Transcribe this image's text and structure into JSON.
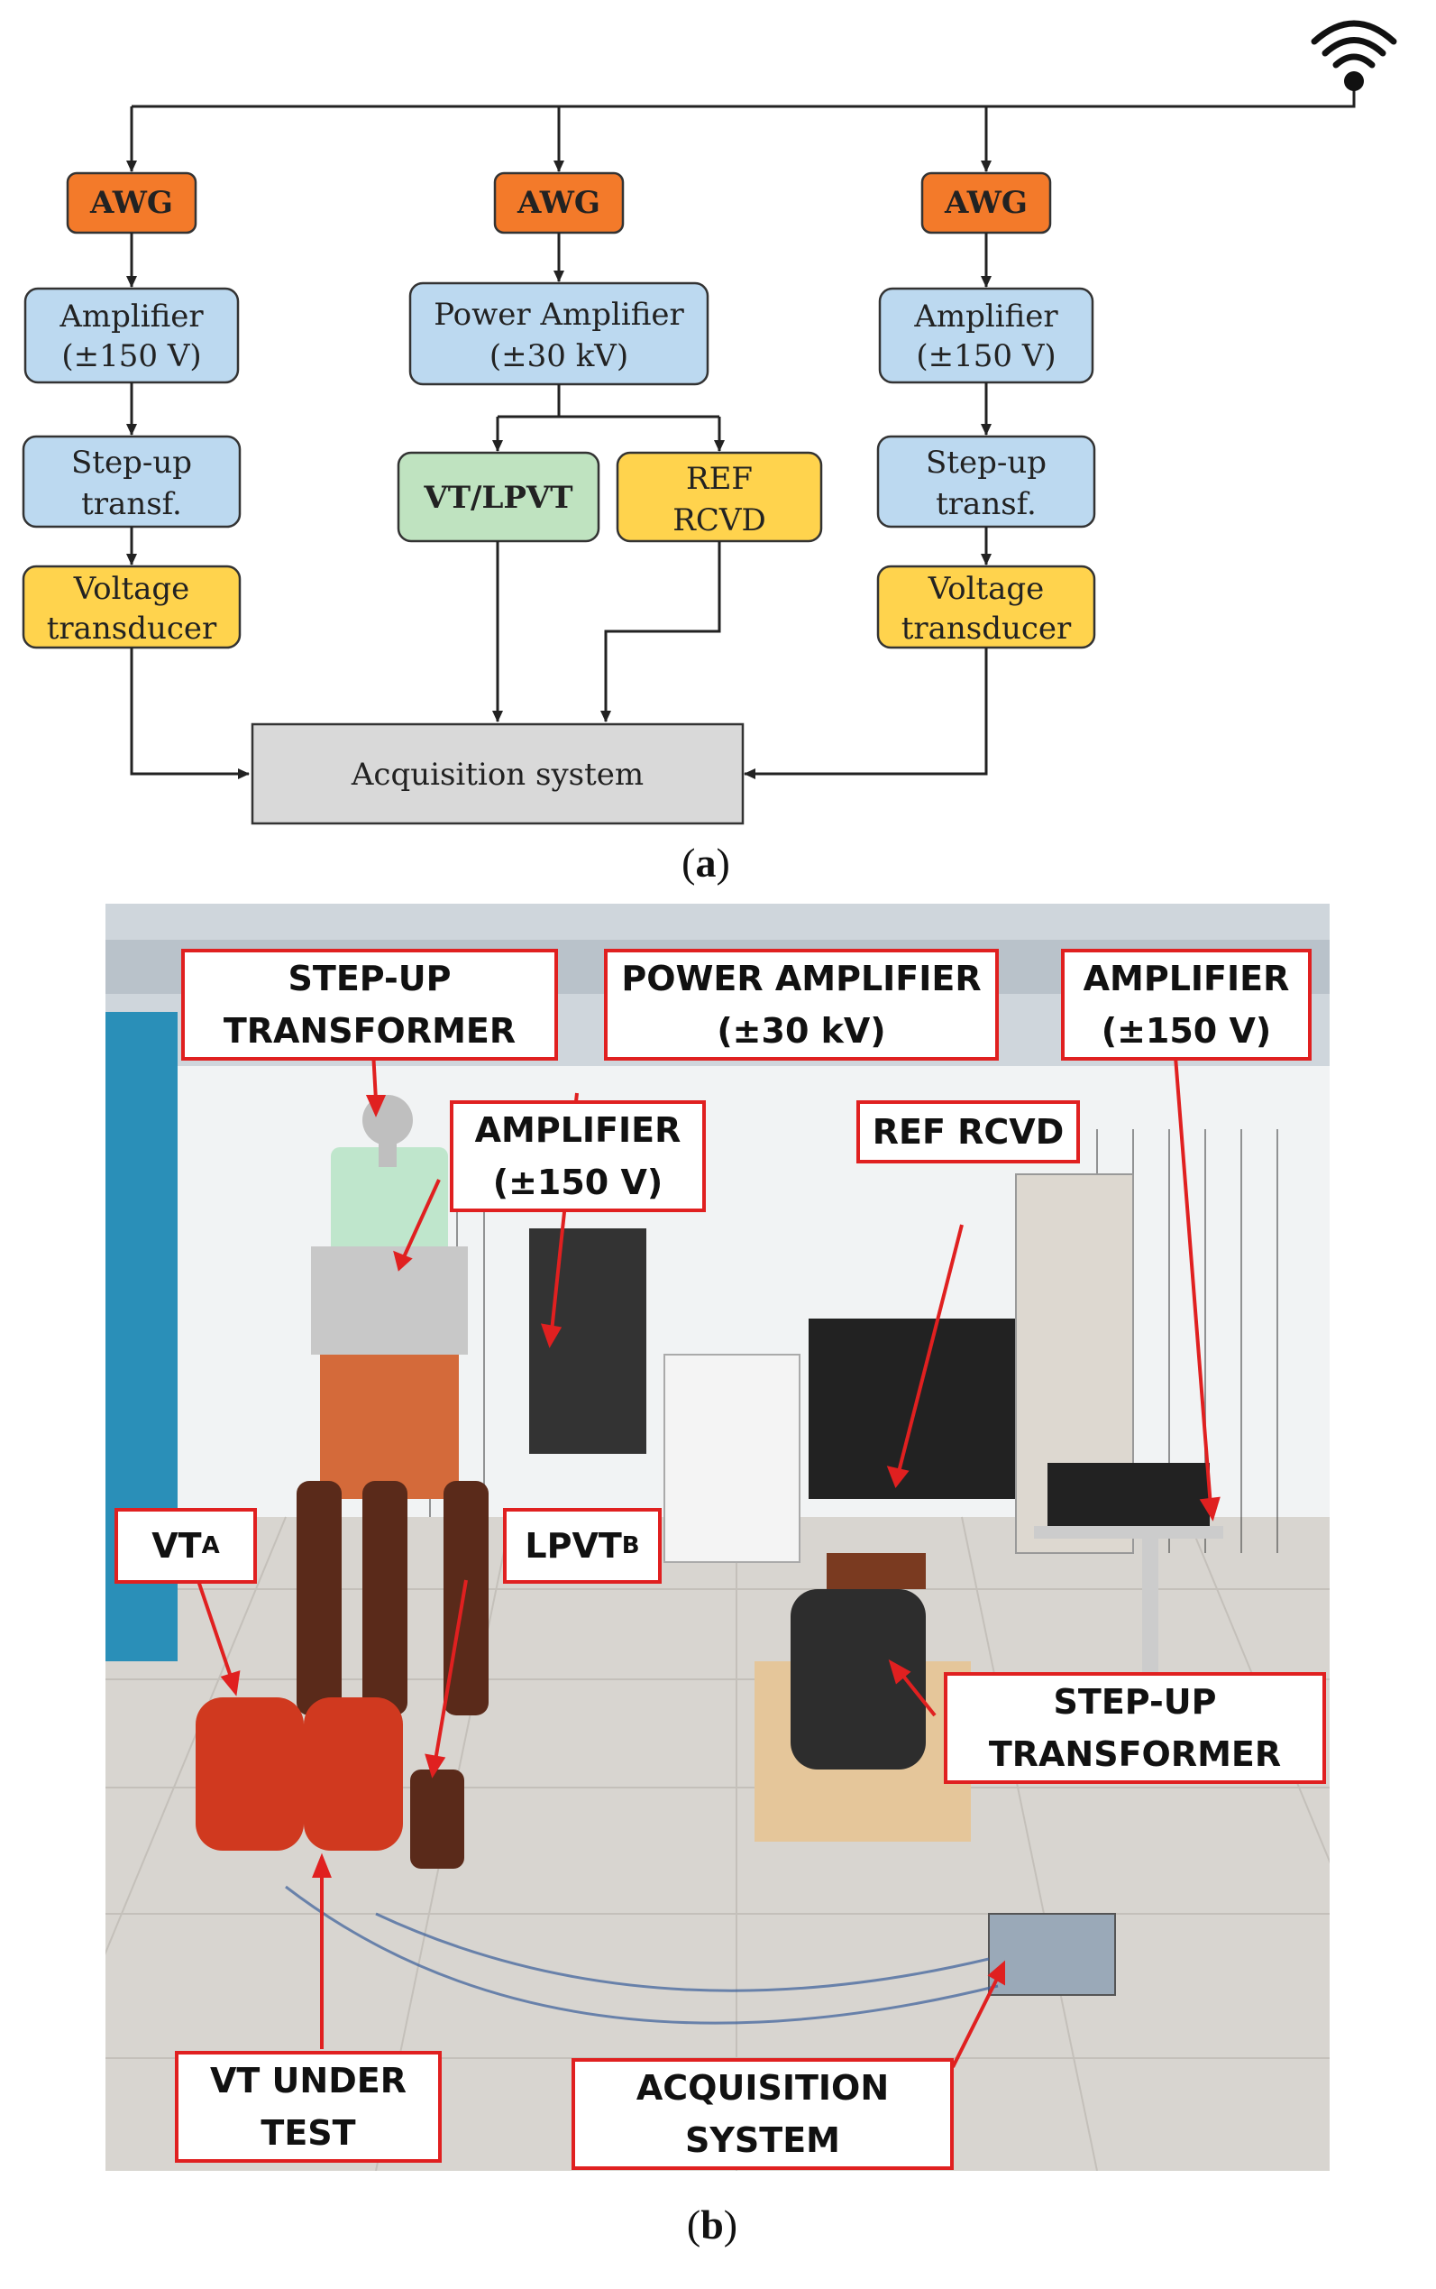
{
  "diagram": {
    "awg_left": "AWG",
    "awg_center": "AWG",
    "awg_right": "AWG",
    "amp_left_line1": "Amplifier",
    "amp_left_line2": "(±150 V)",
    "power_amp_line1": "Power Amplifier",
    "power_amp_line2": "(±30 kV)",
    "amp_right_line1": "Amplifier",
    "amp_right_line2": "(±150 V)",
    "stepup_left_line1": "Step-up",
    "stepup_left_line2": "transf.",
    "stepup_right_line1": "Step-up",
    "stepup_right_line2": "transf.",
    "vt_lpvt": "VT/LPVT",
    "ref_line1": "REF",
    "ref_line2": "RCVD",
    "vtrans_left_line1": "Voltage",
    "vtrans_left_line2": "transducer",
    "vtrans_right_line1": "Voltage",
    "vtrans_right_line2": "transducer",
    "acquisition": "Acquisition system",
    "colors": {
      "awg": "#f37a2a",
      "blue": "#bcd9f0",
      "green": "#bfe3c0",
      "yellow": "#ffd34d",
      "gray": "#d9d9d9"
    },
    "icon": "wifi-icon"
  },
  "captions": {
    "a_open": "(",
    "a_letter": "a",
    "a_close": ")",
    "b_open": "(",
    "b_letter": "b",
    "b_close": ")"
  },
  "photo": {
    "callouts": {
      "stepup_top_line1": "STEP-UP",
      "stepup_top_line2": "TRANSFORMER",
      "power_amp_line1": "POWER AMPLIFIER",
      "power_amp_line2": "(±30 kV)",
      "amp_right_line1": "AMPLIFIER",
      "amp_right_line2": "(±150 V)",
      "amp_center_line1": "AMPLIFIER",
      "amp_center_line2": "(±150 V)",
      "ref_rcvd": "REF RCVD",
      "vt_a_main": "VT",
      "vt_a_sub": "A",
      "lpvt_b_main": "LPVT",
      "lpvt_b_sub": "B",
      "stepup_bottom_line1": "STEP-UP",
      "stepup_bottom_line2": "TRANSFORMER",
      "vt_under_test_line1": "VT UNDER",
      "vt_under_test_line2": "TEST",
      "acquisition_line1": "ACQUISITION",
      "acquisition_line2": "SYSTEM"
    },
    "colors": {
      "callout_border": "#e02020",
      "arrow": "#e02020"
    }
  }
}
